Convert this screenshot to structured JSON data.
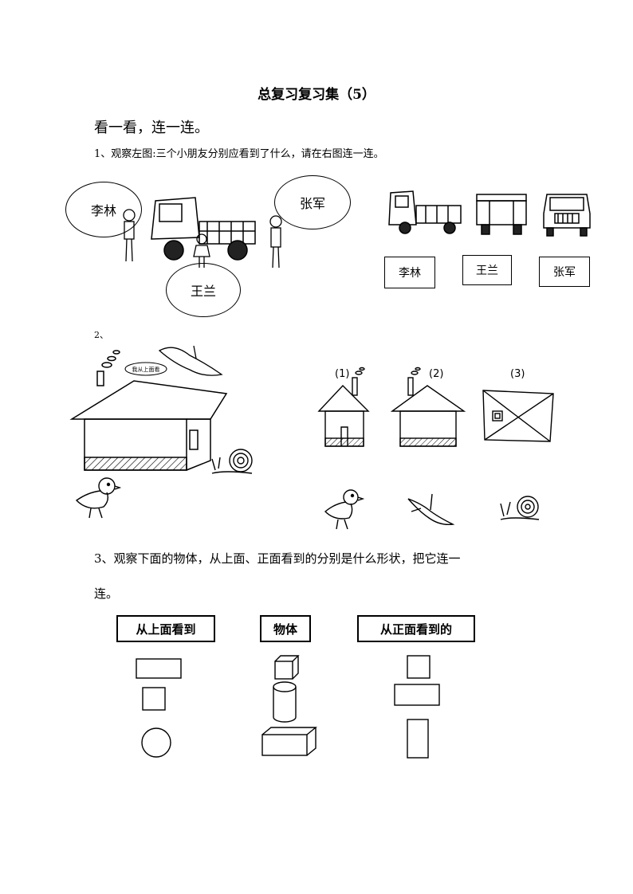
{
  "page": {
    "title": "总复习复习集（5）",
    "subtitle": "看一看，连一连。"
  },
  "q1": {
    "instruction": "1、观察左图:三个小朋友分别应看到了什么，请在右图连一连。",
    "bubbles": [
      "李林",
      "张军",
      "王兰"
    ],
    "name_boxes": [
      "李林",
      "王兰",
      "张军"
    ]
  },
  "q2": {
    "number": "2、",
    "bubble_text": "我从上面看",
    "options": [
      "(1)",
      "(2)",
      "(3)"
    ]
  },
  "q3": {
    "instruction_line1": "3、观察下面的物体，从上面、正面看到的分别是什么形状，把它连一",
    "instruction_line2": "连。",
    "headers": [
      "从上面看到",
      "物体",
      "从正面看到的"
    ]
  }
}
